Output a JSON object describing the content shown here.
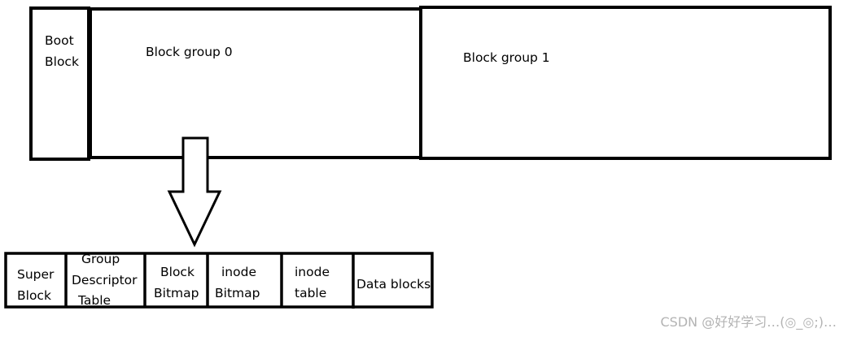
{
  "disk": {
    "boot_block": [
      "Boot",
      "Block"
    ],
    "block_group_0": "Block group 0",
    "block_group_1": "Block group 1"
  },
  "block_group_detail": {
    "super_block": [
      "Super",
      "Block"
    ],
    "group_descriptor_table": [
      "Group",
      "Descriptor",
      "Table"
    ],
    "block_bitmap": [
      "Block",
      "Bitmap"
    ],
    "inode_bitmap": [
      "inode",
      "Bitmap"
    ],
    "inode_table": [
      "inode",
      "table"
    ],
    "data_blocks": "Data blocks"
  },
  "watermark": "CSDN @好好学习…(◎_◎;)…"
}
